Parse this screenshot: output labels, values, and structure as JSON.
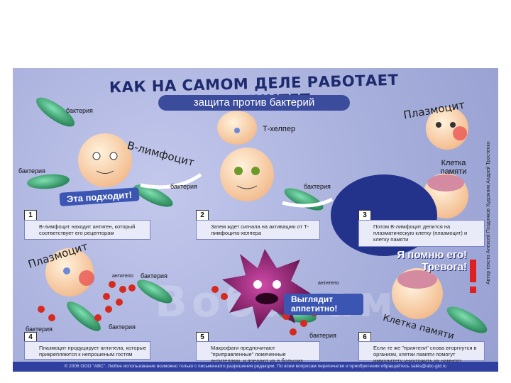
{
  "poster": {
    "title": "КАК НА САМОМ ДЕЛЕ РАБОТАЕТ ИММУНИТЕТ",
    "subtitle": "защита против бактерий",
    "credits": "Автор текста Алексей Поздняков  Художник Андрей Тростенко",
    "watermark": "Вобачам",
    "copyright": "© 2006 ООО \"АВС\". Любое использование возможно только с письменного разрешения редакции. По всем вопросам перепечатки и приобретения обращайтесь sales@abc-gid.ru"
  },
  "labels": {
    "bacteria": "бактерия",
    "b_lymphocyte": "В-лимфоцит",
    "t_helper": "Т-хелпер",
    "plasmocyte": "Плазмоцит",
    "memory_cell": "Клетка памяти",
    "memory_cell_rot": "Клетка памяти",
    "antibody": "антитело"
  },
  "callouts": {
    "this_one_fits": "Эта подходит!",
    "remember": "Я помню его! Тревога!",
    "looks_tasty": "Выглядит аппетитно!"
  },
  "steps": [
    {
      "num": "1",
      "text": "В-лимфоцит находит антиген, который соответствует его рецепторам"
    },
    {
      "num": "2",
      "text": "Затем ждет сигнала на активацию от Т-лимфоцита-хелпера"
    },
    {
      "num": "3",
      "text": "Потом В-лимфоцит делится на плазматическую клетку (плазмоцит) и клетку памяти"
    },
    {
      "num": "4",
      "text": "Плазмоцит продуцирует антитела, которые прикрепляются к непрошеным гостям"
    },
    {
      "num": "5",
      "text": "Макрофаги предпочитают \"приправленные\" помеченные антителами, и поедают их в больших количествах"
    },
    {
      "num": "6",
      "text": "Если те же \"приятели\" снова вторгнутся в организм, клетки памяти помогут иммунитету уничтожить их намного быстрее"
    }
  ],
  "colors": {
    "poster_bg": "#a8b0dc",
    "title_blue": "#1e2a6e",
    "overlay_oval": "#23338c",
    "bacteria_green": "#2a9a66",
    "macrophage_purple": "#8a1c6e",
    "antibody_red": "#d62a1e"
  }
}
